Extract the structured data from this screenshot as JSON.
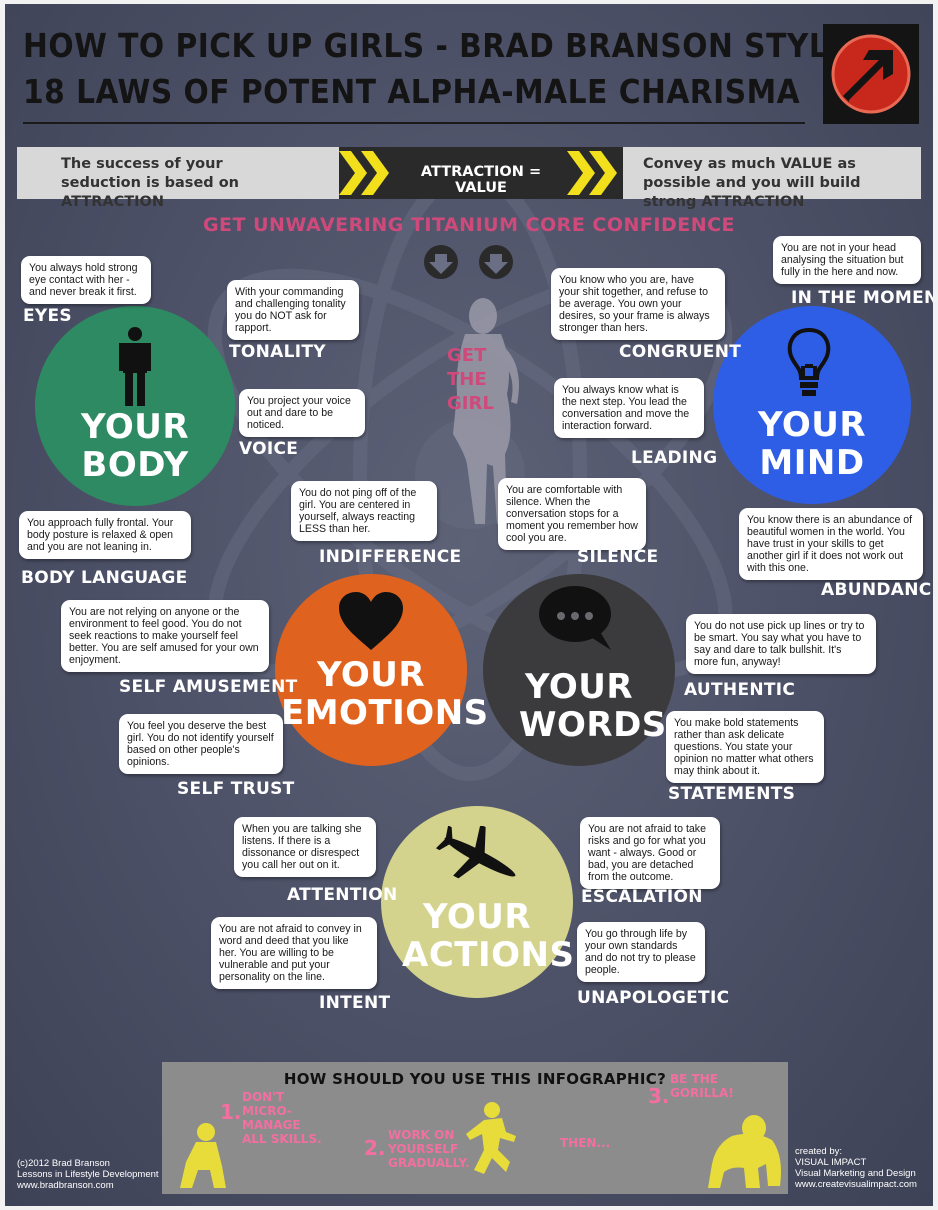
{
  "header": {
    "title_line1": "HOW TO PICK UP GIRLS - BRAD BRANSON STYLE",
    "title_line2": "18 LAWS OF POTENT ALPHA-MALE CHARISMA",
    "logo_icon": "arrow-logo-icon"
  },
  "banner": {
    "left_text": "The success of your seduction is based on ATTRACTION",
    "center_text": "ATTRACTION = VALUE",
    "right_text": "Convey as much VALUE as possible and you will build strong ATTRACTION"
  },
  "center": {
    "headline": "GET UNWAVERING TITANIUM CORE CONFIDENCE",
    "girl_label": "GET THE GIRL"
  },
  "body_section": {
    "circle_label": "YOUR BODY",
    "laws": [
      {
        "name": "EYES",
        "text": "You always hold strong eye contact with her - and never break it first."
      },
      {
        "name": "TONALITY",
        "text": "With your commanding and challenging tonality you do NOT ask for rapport."
      },
      {
        "name": "VOICE",
        "text": "You project your voice out and dare to be noticed."
      },
      {
        "name": "BODY LANGUAGE",
        "text": "You approach fully frontal. Your body posture is relaxed & open and you are not leaning in."
      }
    ]
  },
  "mind_section": {
    "circle_label": "YOUR MIND",
    "laws": [
      {
        "name": "IN THE MOMENT",
        "text": "You are not in your head analysing the situation but fully in the here and now."
      },
      {
        "name": "CONGRUENT",
        "text": "You know who you are, have your shit together, and refuse to be average. You own your desires, so your frame is always stronger than hers."
      },
      {
        "name": "LEADING",
        "text": "You always know what is the next step. You lead the conversation and move the interaction forward."
      },
      {
        "name": "ABUNDANCE",
        "text": "You know there is an abundance of beautiful women in the world. You have trust in your skills to get another girl if it does not work out with this one."
      }
    ]
  },
  "emotions_section": {
    "circle_label": "YOUR EMOTIONS",
    "laws": [
      {
        "name": "INDIFFERENCE",
        "text": "You do not ping off of the girl. You are centered in yourself, always reacting LESS than her."
      },
      {
        "name": "SELF AMUSEMENT",
        "text": "You are not relying on anyone or the environment to feel good. You do not seek reactions to make yourself feel better. You are self amused for your own enjoyment."
      },
      {
        "name": "SELF TRUST",
        "text": "You feel you deserve the best girl. You do not identify yourself based on other people's opinions."
      }
    ]
  },
  "words_section": {
    "circle_label": "YOUR WORDS",
    "laws": [
      {
        "name": "SILENCE",
        "text": "You are comfortable with silence. When the conversation stops for a moment you remember how cool you are."
      },
      {
        "name": "AUTHENTIC",
        "text": "You do not use pick up lines or try to be smart. You say what you have to say and dare to talk bullshit. It's more fun, anyway!"
      },
      {
        "name": "STATEMENTS",
        "text": "You make bold statements rather than ask delicate questions. You state your opinion no matter what others may think about it."
      }
    ]
  },
  "actions_section": {
    "circle_label": "YOUR ACTIONS",
    "laws": [
      {
        "name": "ATTENTION",
        "text": "When you are talking she listens. If there is a dissonance or disrespect you call her out on it."
      },
      {
        "name": "ESCALATION",
        "text": "You are not afraid to take risks and go for what you want - always. Good or bad, you are detached from the outcome."
      },
      {
        "name": "INTENT",
        "text": "You are not afraid to convey in word and deed that you like her. You are willing to be vulnerable and put your personality on the line."
      },
      {
        "name": "UNAPOLOGETIC",
        "text": "You go through life by your own standards and do not try to please people."
      }
    ]
  },
  "usage": {
    "heading": "HOW SHOULD YOU USE THIS INFOGRAPHIC?",
    "step1_num": "1.",
    "step1_text": "DON'T MICRO- MANAGE ALL SKILLS.",
    "step2_num": "2.",
    "step2_text": "WORK ON YOURSELF GRADUALLY.",
    "then_text": "THEN...",
    "step3_num": "3.",
    "step3_text": "BE THE GORILLA!"
  },
  "footer": {
    "left_line1": "(c)2012 Brad Branson",
    "left_line2": "Lessons in Lifestyle Development",
    "left_line3": "www.bradbranson.com",
    "right_line1": "created by:",
    "right_line2": "VISUAL IMPACT",
    "right_line3": "Visual Marketing and Design",
    "right_line4": "www.createvisualimpact.com"
  },
  "colors": {
    "body_circle": "#2e8a62",
    "mind_circle": "#2f5ee6",
    "emotions_circle": "#e0621f",
    "words_circle": "#3b3b3d",
    "actions_circle": "#d3d38d",
    "headline_pink": "#cf4a7b",
    "chevron_yellow": "#f2e01c"
  }
}
